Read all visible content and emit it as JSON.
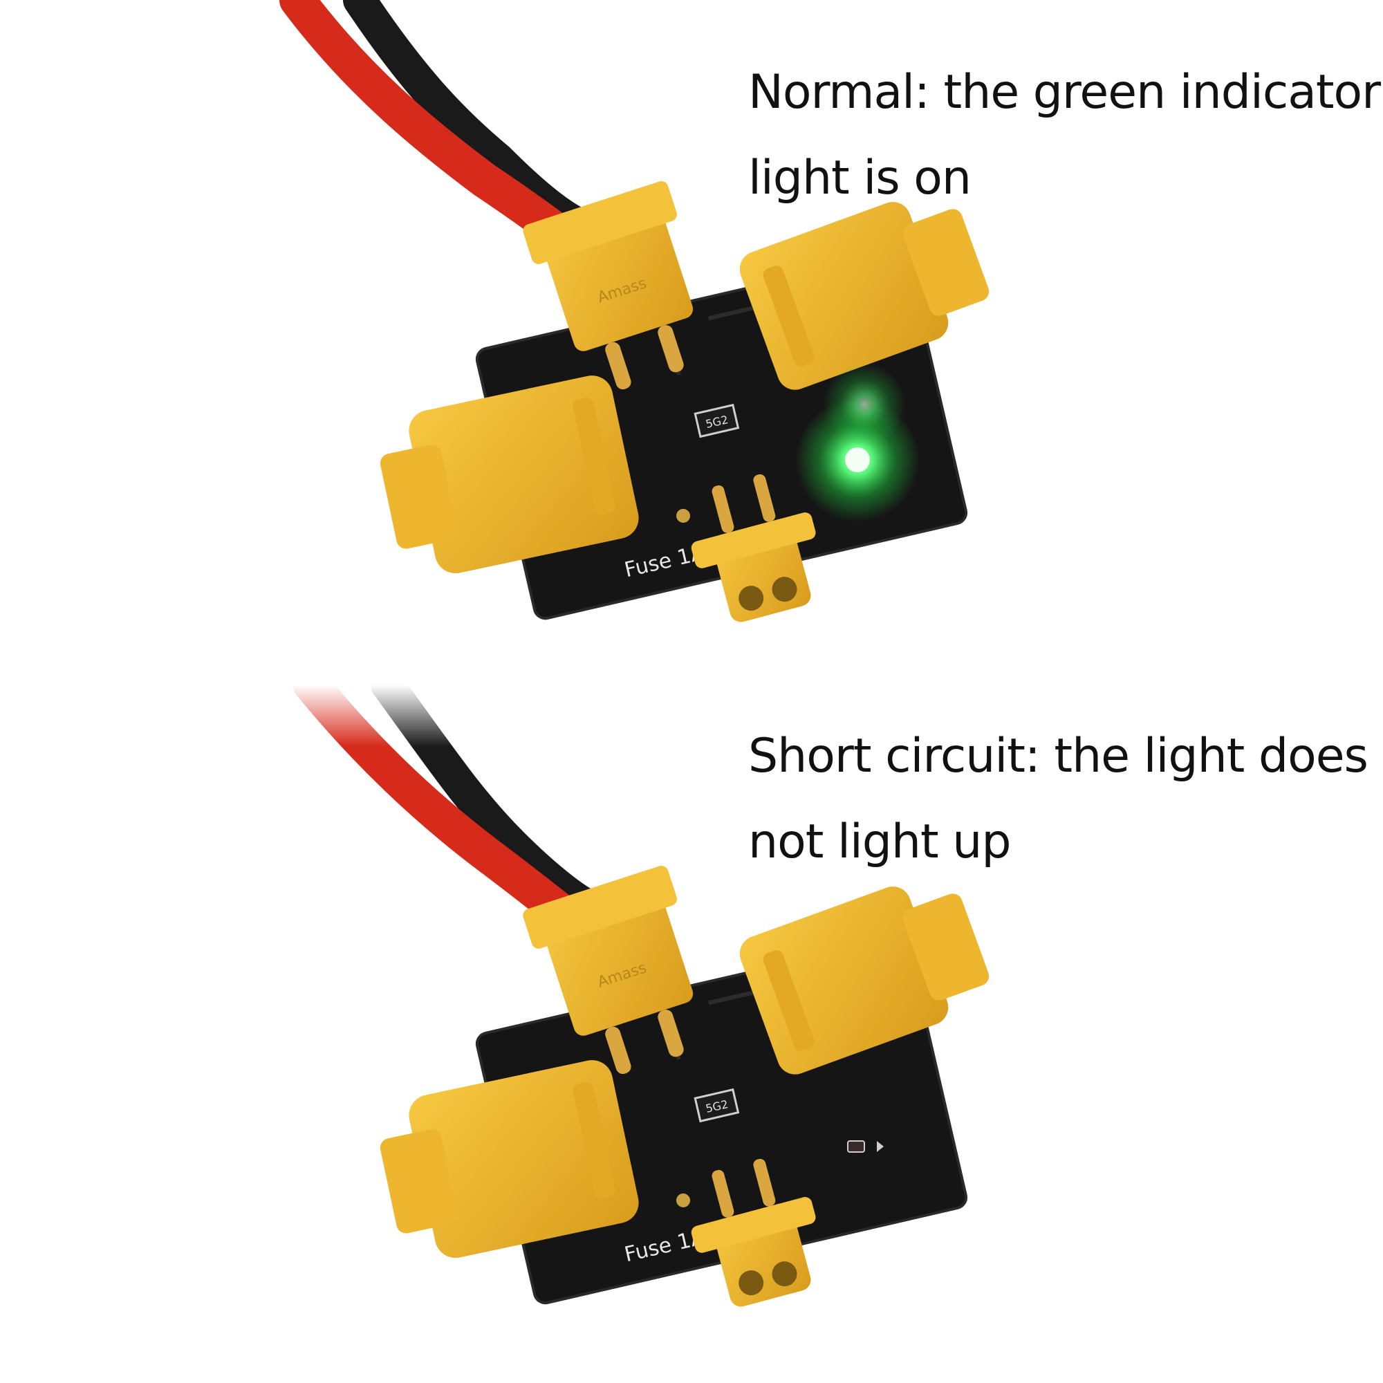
{
  "panels": [
    {
      "caption_line1": "Normal: the green indicator",
      "caption_line2": "light is on",
      "pcb_label": "Fuse 1A",
      "fuse_marking": "5G2",
      "connector_brand": "Amass",
      "led_state": "on"
    },
    {
      "caption_line1": "Short circuit: the light does",
      "caption_line2": "not light up",
      "pcb_label": "Fuse 1A",
      "fuse_marking": "5G2",
      "connector_brand": "Amass",
      "led_state": "off"
    }
  ],
  "colors": {
    "connector": "#f0b92a",
    "pcb": "#151515",
    "red_wire": "#d62a1a",
    "black_wire": "#1a1a1a",
    "led_green": "#30ff60",
    "gold": "#d9a640"
  }
}
